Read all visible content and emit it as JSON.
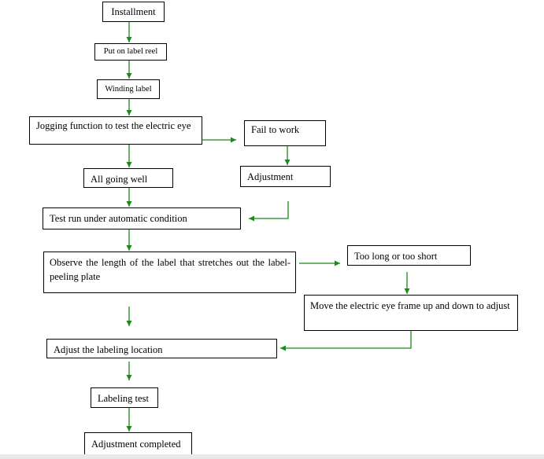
{
  "colors": {
    "arrow": "#1a8a1a",
    "border": "#000000"
  },
  "nodes": {
    "installment": "Installment",
    "put_on_label_reel": "Put on label reel",
    "winding_label": "Winding label",
    "jogging_test": "Jogging function to test the electric eye",
    "fail_to_work": "Fail to work",
    "all_going_well": "All going well",
    "adjustment": "Adjustment",
    "test_run": "Test run under automatic condition",
    "observe_length": "Observe the length of the label that stretches out the label-peeling plate",
    "too_long_short": "Too long or too short",
    "move_eye_frame": "Move the electric eye frame up and down to adjust",
    "adjust_location": "Adjust the labeling location",
    "labeling_test": "Labeling test",
    "adjustment_completed": "Adjustment completed"
  }
}
